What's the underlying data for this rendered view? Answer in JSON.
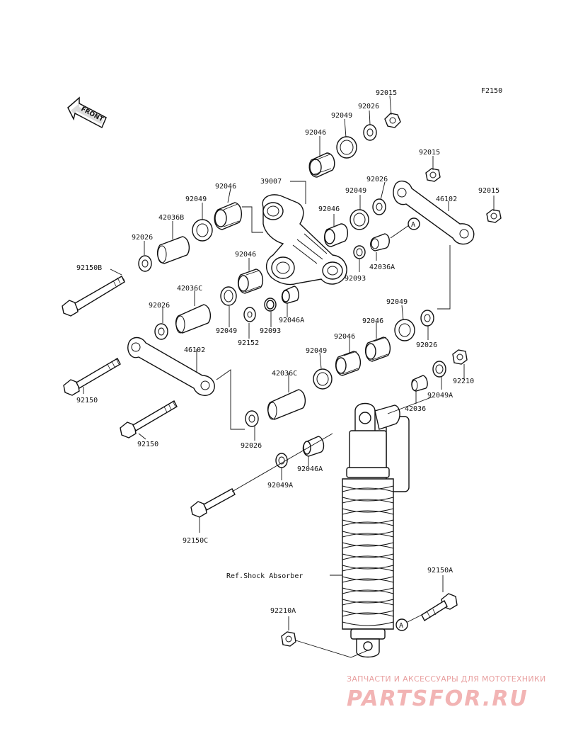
{
  "diagram_code": "F2150",
  "front_label": "FRONT",
  "ref_label": "Ref.Shock Absorber",
  "circle_marker": "A",
  "watermark": {
    "subtitle": "ЗАПЧАСТИ И АКСЕССУАРЫ ДЛЯ МОТОТЕХНИКИ",
    "brand": "PARTSFOR.RU"
  },
  "part_labels": [
    "92015",
    "92026",
    "92049",
    "92046",
    "39007",
    "92015",
    "92026",
    "92049",
    "46102",
    "92015",
    "92046",
    "92049",
    "42036B",
    "92026",
    "92150B",
    "92046",
    "92093",
    "42036A",
    "92046",
    "42036C",
    "92026",
    "92049",
    "92152",
    "92093",
    "92046A",
    "92049",
    "92046",
    "92026",
    "92046",
    "92049",
    "46102",
    "92150",
    "92150",
    "42036C",
    "92049A",
    "92210",
    "42036",
    "92026",
    "92046A",
    "92049A",
    "92150C",
    "92150A",
    "92210A"
  ]
}
